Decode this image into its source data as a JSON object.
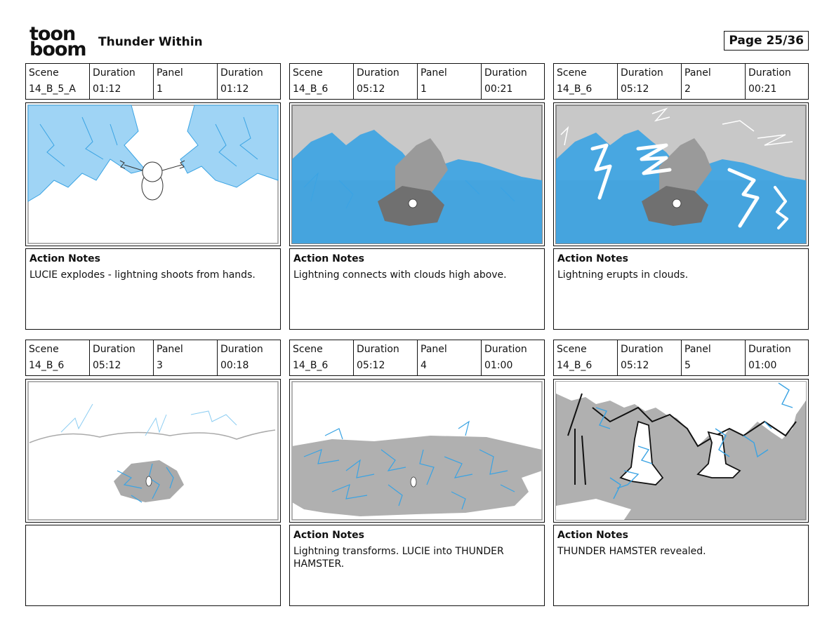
{
  "header": {
    "logo_line1": "toon",
    "logo_line2": "boom",
    "title": "Thunder Within",
    "page": "Page 25/36"
  },
  "labels": {
    "scene": "Scene",
    "duration": "Duration",
    "panel": "Panel",
    "action_notes": "Action Notes"
  },
  "colors": {
    "lightning_blue": "#3aa3e3",
    "light_blue": "#9fd4f5",
    "gray": "#b5b5b5",
    "dark_gray": "#7a7a7a"
  },
  "panels": [
    {
      "scene": "14_B_5_A",
      "scene_duration": "01:12",
      "panel": "1",
      "panel_duration": "01:12",
      "action_notes_title": "Action Notes",
      "action_notes": "LUCIE explodes - lightning shoots from hands."
    },
    {
      "scene": "14_B_6",
      "scene_duration": "05:12",
      "panel": "1",
      "panel_duration": "00:21",
      "action_notes_title": "Action Notes",
      "action_notes": "Lightning connects with clouds high above."
    },
    {
      "scene": "14_B_6",
      "scene_duration": "05:12",
      "panel": "2",
      "panel_duration": "00:21",
      "action_notes_title": "Action Notes",
      "action_notes": "Lightning erupts in clouds."
    },
    {
      "scene": "14_B_6",
      "scene_duration": "05:12",
      "panel": "3",
      "panel_duration": "00:18",
      "action_notes_title": "",
      "action_notes": ""
    },
    {
      "scene": "14_B_6",
      "scene_duration": "05:12",
      "panel": "4",
      "panel_duration": "01:00",
      "action_notes_title": "Action Notes",
      "action_notes": "Lightning transforms. LUCIE into THUNDER HAMSTER."
    },
    {
      "scene": "14_B_6",
      "scene_duration": "05:12",
      "panel": "5",
      "panel_duration": "01:00",
      "action_notes_title": "Action Notes",
      "action_notes": "THUNDER HAMSTER revealed."
    }
  ]
}
